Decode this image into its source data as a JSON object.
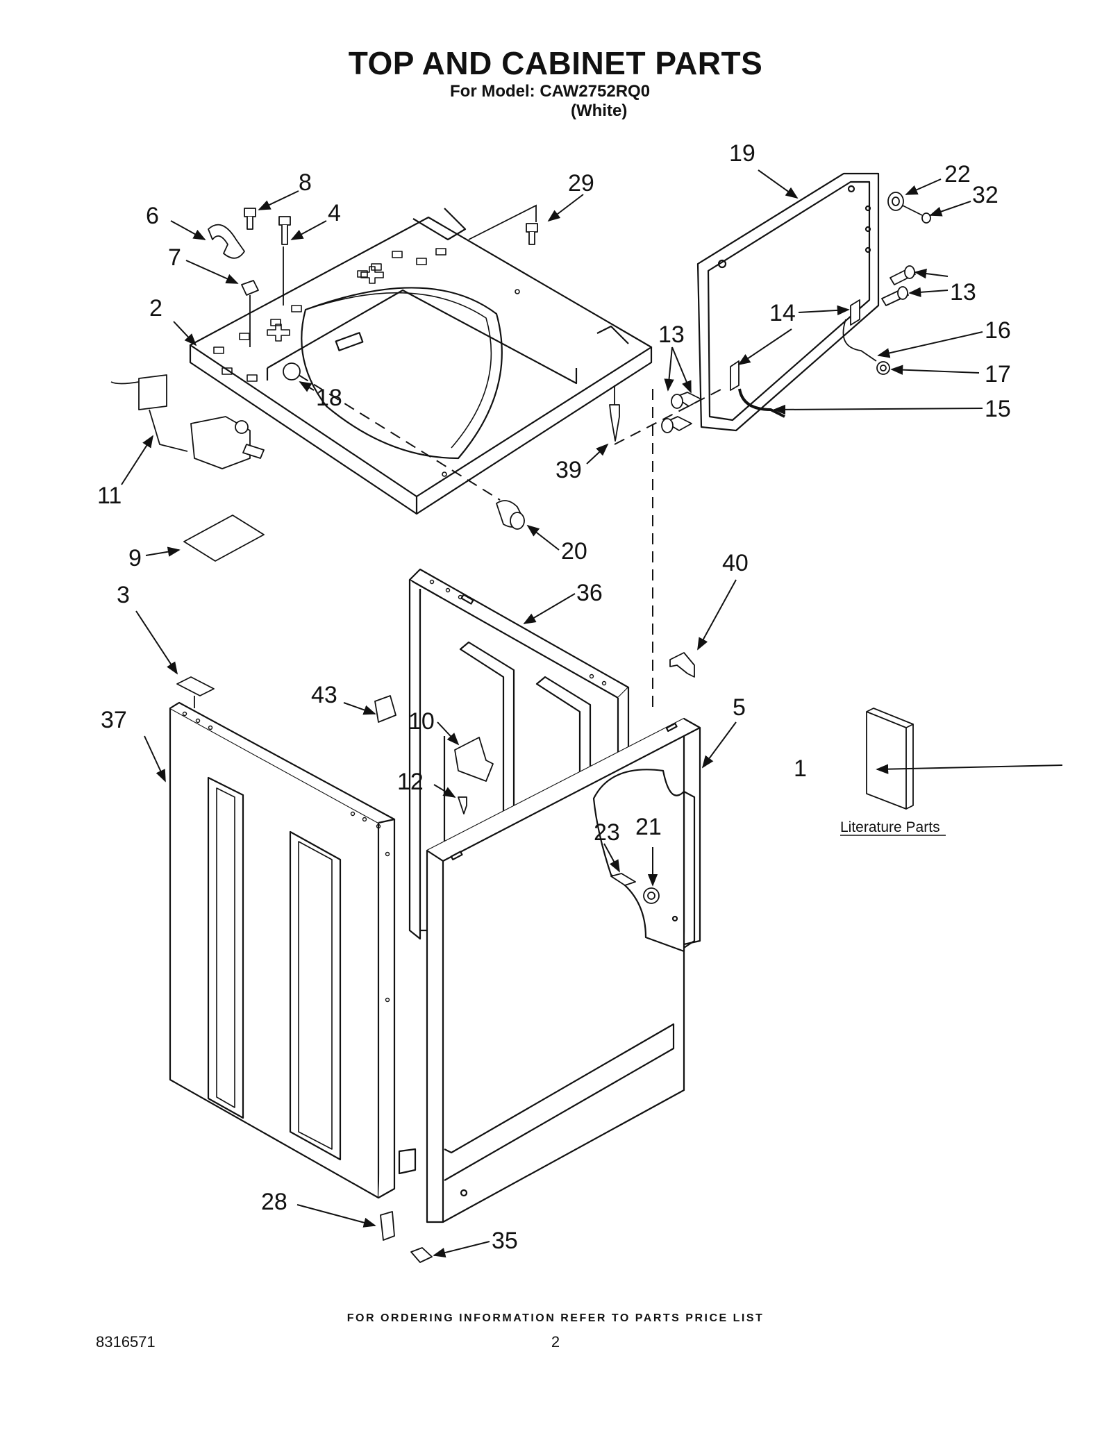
{
  "header": {
    "title": "TOP AND CABINET PARTS",
    "model_line": "For Model: CAW2752RQ0",
    "color_line": "(White)"
  },
  "literature_label": "Literature Parts",
  "callouts": [
    {
      "id": "c1",
      "label": "1"
    },
    {
      "id": "c2",
      "label": "2"
    },
    {
      "id": "c3",
      "label": "3"
    },
    {
      "id": "c4",
      "label": "4"
    },
    {
      "id": "c5",
      "label": "5"
    },
    {
      "id": "c6",
      "label": "6"
    },
    {
      "id": "c7",
      "label": "7"
    },
    {
      "id": "c8",
      "label": "8"
    },
    {
      "id": "c9",
      "label": "9"
    },
    {
      "id": "c10",
      "label": "10"
    },
    {
      "id": "c11",
      "label": "11"
    },
    {
      "id": "c12",
      "label": "12"
    },
    {
      "id": "c13a",
      "label": "13"
    },
    {
      "id": "c13b",
      "label": "13"
    },
    {
      "id": "c14",
      "label": "14"
    },
    {
      "id": "c15",
      "label": "15"
    },
    {
      "id": "c16",
      "label": "16"
    },
    {
      "id": "c17",
      "label": "17"
    },
    {
      "id": "c18",
      "label": "18"
    },
    {
      "id": "c19",
      "label": "19"
    },
    {
      "id": "c20",
      "label": "20"
    },
    {
      "id": "c21",
      "label": "21"
    },
    {
      "id": "c22",
      "label": "22"
    },
    {
      "id": "c23",
      "label": "23"
    },
    {
      "id": "c28",
      "label": "28"
    },
    {
      "id": "c29",
      "label": "29"
    },
    {
      "id": "c32",
      "label": "32"
    },
    {
      "id": "c35",
      "label": "35"
    },
    {
      "id": "c36",
      "label": "36"
    },
    {
      "id": "c37",
      "label": "37"
    },
    {
      "id": "c39",
      "label": "39"
    },
    {
      "id": "c40",
      "label": "40"
    },
    {
      "id": "c43",
      "label": "43"
    }
  ],
  "footer": {
    "ordering_note": "FOR ORDERING INFORMATION REFER TO PARTS PRICE LIST",
    "doc_number": "8316571",
    "page_number": "2"
  }
}
